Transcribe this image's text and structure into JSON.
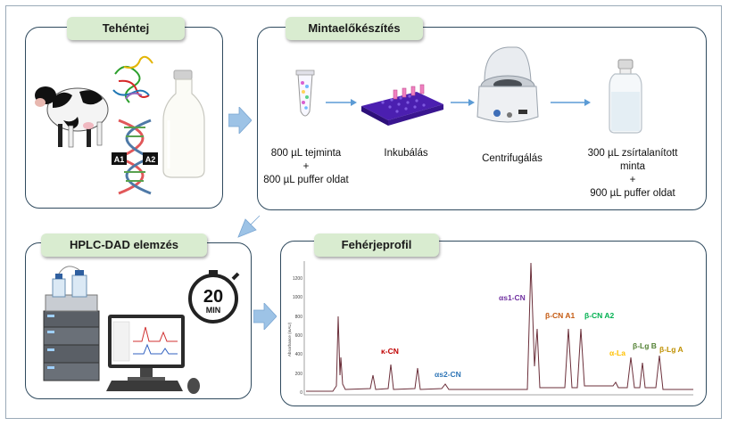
{
  "panels": {
    "milk": {
      "title": "Tehéntej",
      "gene_labels": [
        "A1",
        "A2"
      ]
    },
    "prep": {
      "title": "Mintaelőkészítés",
      "step1": [
        "800 µL tejminta",
        "+",
        "800 µL puffer oldat"
      ],
      "step2": "Inkubálás",
      "step3": "Centrifugálás",
      "step4": [
        "300 µL zsírtalanított",
        "minta",
        "+",
        "900 µL puffer oldat"
      ]
    },
    "hplc": {
      "title": "HPLC-DAD elemzés",
      "timer_value": "20",
      "timer_unit": "MIN"
    },
    "profile": {
      "title": "Fehérjeprofil",
      "y_axis_label": "Absorbance (mAU)",
      "y_ticks": [
        "1200",
        "1000",
        "800",
        "600",
        "400",
        "200",
        "0"
      ],
      "peaks": {
        "kappa": "κ-CN",
        "alpha_s2": "αs2-CN",
        "alpha_s1": "αs1-CN",
        "beta_a1": "β-CN A1",
        "beta_a2": "β-CN A2",
        "alpha_la": "α-La",
        "beta_lg_b": "β-Lg B",
        "beta_lg_a": "β-Lg A"
      }
    }
  },
  "colors": {
    "tag_bg": "#d9ecd0",
    "arrow": "#9dc3e6",
    "kappa": "#c00000",
    "alpha_s2": "#2e75b6",
    "alpha_s1": "#7030a0",
    "beta_a1": "#c55a11",
    "beta_a2": "#00b050",
    "alpha_la": "#ffc000",
    "beta_lg_b": "#548235",
    "beta_lg_a": "#bf9000"
  }
}
